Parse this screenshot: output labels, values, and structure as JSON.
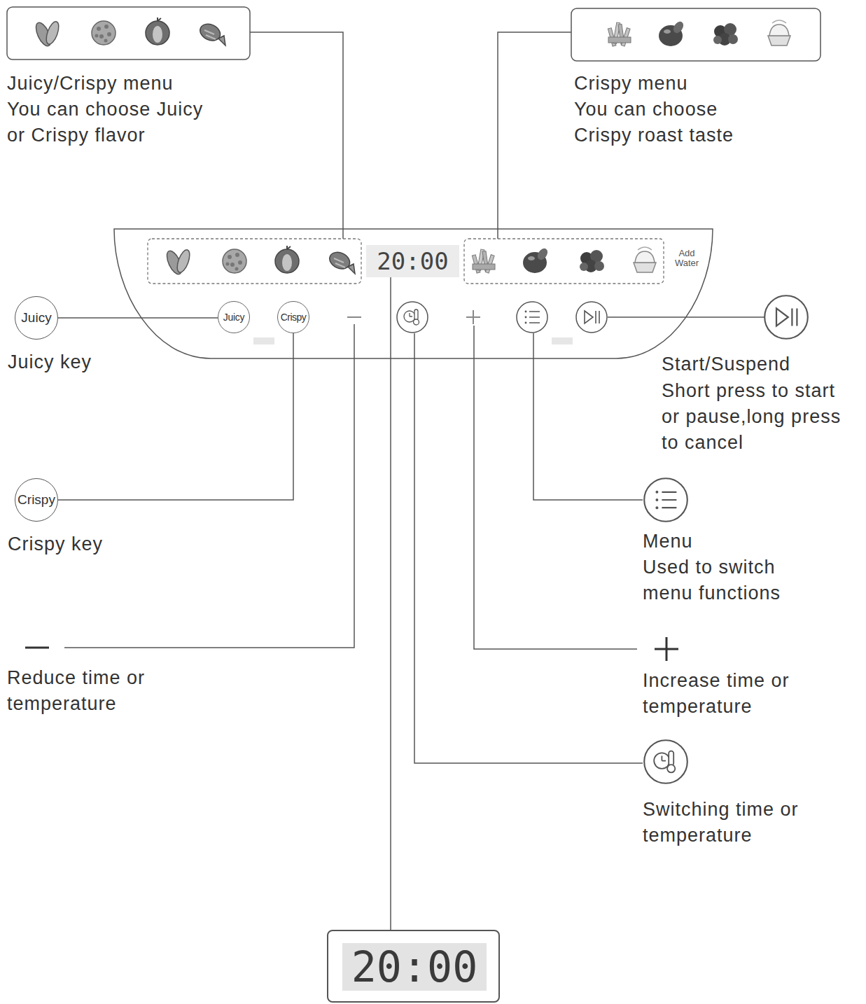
{
  "diagram": {
    "nodes": [
      {
        "text": [
          "Add Water"
        ]
      },
      {
        "text": [
          "20:00"
        ],
        "in": 0
      },
      {
        "text": [
          "Juicy"
        ],
        "in": 0
      },
      {
        "text": [
          "Crispy"
        ],
        "in": 0
      },
      {
        "text": [
          "Juicy",
          "Juicy key"
        ]
      },
      {
        "text": [
          "Crispy",
          "Crispy key"
        ]
      },
      {
        "text": [
          "20:00"
        ]
      }
    ],
    "edges": [
      {
        "from": 4,
        "to": 2,
        "arrow": "none"
      },
      {
        "from": 5,
        "to": 3,
        "arrow": "none"
      },
      {
        "from": 1,
        "to": 6,
        "arrow": "none"
      }
    ],
    "labels": [
      "Juicy/Crispy menu",
      "You can choose Juicy or Crispy flavor",
      "Crispy menu",
      "You can choose Crispy roast taste",
      "Start/Suspend",
      "Short press to start or pause,long press to cancel",
      "Menu",
      "Used to switch menu functions",
      "Reduce time or temperature",
      "Increase time or temperature",
      "Switching time or temperature"
    ]
  }
}
